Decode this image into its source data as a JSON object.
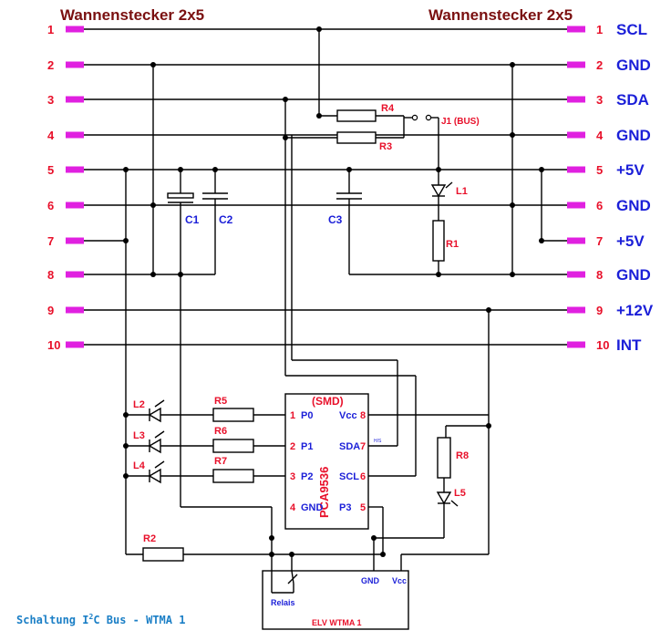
{
  "headers": {
    "left": "Wannenstecker 2x5",
    "right": "Wannenstecker 2x5"
  },
  "left_pins": [
    "1",
    "2",
    "3",
    "4",
    "5",
    "6",
    "7",
    "8",
    "9",
    "10"
  ],
  "right_pins": [
    "1",
    "2",
    "3",
    "4",
    "5",
    "6",
    "7",
    "8",
    "9",
    "10"
  ],
  "right_signals": [
    "SCL",
    "GND",
    "SDA",
    "GND",
    "+5V",
    "GND",
    "+5V",
    "GND",
    "+12V",
    "INT"
  ],
  "parts": {
    "r4": "R4",
    "r3": "R3",
    "j1": "J1 (BUS)",
    "l1": "L1",
    "r1": "R1",
    "c1": "C1",
    "c2": "C2",
    "c3": "C3",
    "l2": "L2",
    "l3": "L3",
    "l4": "L4",
    "r5": "R5",
    "r6": "R6",
    "r7": "R7",
    "r8": "R8",
    "l5": "L5",
    "r2": "R2"
  },
  "ic": {
    "package": "(SMD)",
    "name": "PCA9536",
    "pins_left": [
      {
        "num": "1",
        "label": "P0"
      },
      {
        "num": "2",
        "label": "P1"
      },
      {
        "num": "3",
        "label": "P2"
      },
      {
        "num": "4",
        "label": "GND"
      }
    ],
    "pins_right": [
      {
        "num": "8",
        "label": "Vcc"
      },
      {
        "num": "7",
        "label": "SDA"
      },
      {
        "num": "6",
        "label": "SCL"
      },
      {
        "num": "5",
        "label": "P3"
      }
    ],
    "sda_note": "H/S"
  },
  "module": {
    "name": "ELV WTMA 1",
    "relais": "Relais",
    "gnd": "GND",
    "vcc": "Vcc"
  },
  "caption": {
    "prefix": "Schaltung I",
    "sup": "2",
    "suffix": "C Bus - WTMA 1"
  },
  "colors": {
    "pin_pad": "#e020e0",
    "label_red": "#e8102a",
    "label_blue": "#1b1fd8",
    "header": "#7a1010",
    "caption": "#1b7fc6"
  }
}
